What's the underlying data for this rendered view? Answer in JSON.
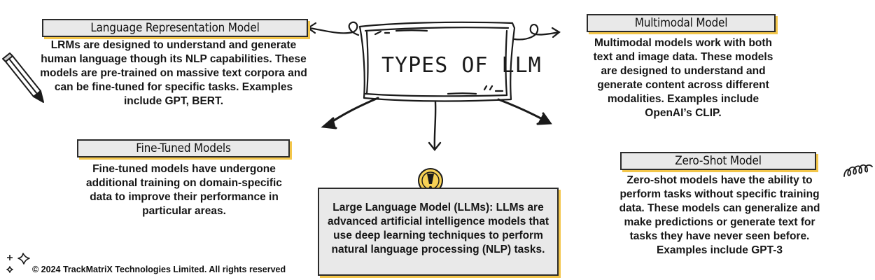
{
  "title": "TYPES OF LLM",
  "nodes": {
    "lrm": {
      "label": "Language Representation Model",
      "description": "LRMs are designed to understand and generate human language though its NLP capabilities. These models are pre-trained on massive text corpora and can be fine-tuned for specific tasks. Examples include GPT, BERT."
    },
    "fine_tuned": {
      "label": "Fine-Tuned Models",
      "description": "Fine-tuned models have undergone additional training on domain-specific data to improve their performance in particular areas."
    },
    "multimodal": {
      "label": "Multimodal Model",
      "description": "Multimodal models work with both text and image data. These models are designed to understand and generate content across different modalities. Examples include OpenAI’s CLIP."
    },
    "zero_shot": {
      "label": "Zero-Shot Model",
      "description": "Zero-shot models have the ability to perform tasks without specific training data. These models can generalize and make predictions or generate text for tasks they have never seen before. Examples include GPT-3"
    },
    "llm": {
      "description": "Large Language Model (LLMs): LLMs are advanced artificial intelligence models that use deep learning techniques to perform natural language processing (NLP) tasks."
    }
  },
  "footer": "© 2024 TrackMatriX Technologies Limited. All rights reserved",
  "colors": {
    "accent": "#f3c64a",
    "box_fill": "#e9e9e9",
    "ink": "#1a1a1a"
  },
  "icons": [
    "pencil-icon",
    "exclamation-bulb-icon",
    "sparkle-icon",
    "squiggle-icon"
  ]
}
